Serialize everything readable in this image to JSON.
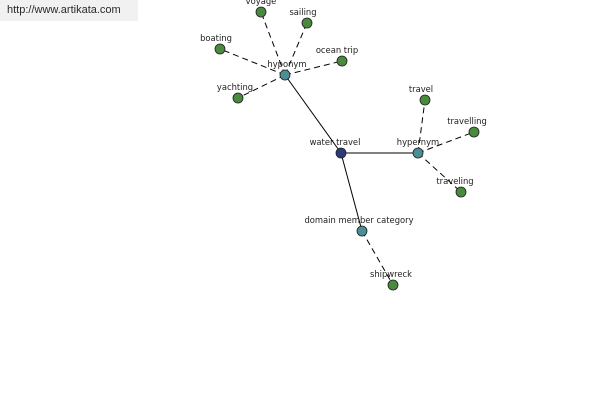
{
  "source_url": "http://www.artikata.com",
  "colors": {
    "center": "#2a3a7a",
    "relation": "#4a8f96",
    "leaf": "#4a8a3e"
  },
  "nodes": [
    {
      "id": "water_travel",
      "label": "water travel",
      "kind": "center"
    },
    {
      "id": "hyponym",
      "label": "hyponym",
      "kind": "relation"
    },
    {
      "id": "hypernym",
      "label": "hypernym",
      "kind": "relation"
    },
    {
      "id": "domain_member",
      "label": "domain member category",
      "kind": "relation"
    },
    {
      "id": "voyage",
      "label": "voyage",
      "kind": "leaf"
    },
    {
      "id": "sailing",
      "label": "sailing",
      "kind": "leaf"
    },
    {
      "id": "boating",
      "label": "boating",
      "kind": "leaf"
    },
    {
      "id": "ocean_trip",
      "label": "ocean trip",
      "kind": "leaf"
    },
    {
      "id": "yachting",
      "label": "yachting",
      "kind": "leaf"
    },
    {
      "id": "travel",
      "label": "travel",
      "kind": "leaf"
    },
    {
      "id": "travelling",
      "label": "travelling",
      "kind": "leaf"
    },
    {
      "id": "traveling",
      "label": "traveling",
      "kind": "leaf"
    },
    {
      "id": "shipwreck",
      "label": "shipwreck",
      "kind": "leaf"
    }
  ],
  "edges": [
    {
      "from": "water_travel",
      "to": "hyponym",
      "style": "solid"
    },
    {
      "from": "water_travel",
      "to": "hypernym",
      "style": "solid"
    },
    {
      "from": "water_travel",
      "to": "domain_member",
      "style": "solid"
    },
    {
      "from": "hyponym",
      "to": "voyage",
      "style": "dashed"
    },
    {
      "from": "hyponym",
      "to": "sailing",
      "style": "dashed"
    },
    {
      "from": "hyponym",
      "to": "boating",
      "style": "dashed"
    },
    {
      "from": "hyponym",
      "to": "ocean_trip",
      "style": "dashed"
    },
    {
      "from": "hyponym",
      "to": "yachting",
      "style": "dashed"
    },
    {
      "from": "hypernym",
      "to": "travel",
      "style": "dashed"
    },
    {
      "from": "hypernym",
      "to": "travelling",
      "style": "dashed"
    },
    {
      "from": "hypernym",
      "to": "traveling",
      "style": "dashed"
    },
    {
      "from": "domain_member",
      "to": "shipwreck",
      "style": "dashed"
    }
  ]
}
